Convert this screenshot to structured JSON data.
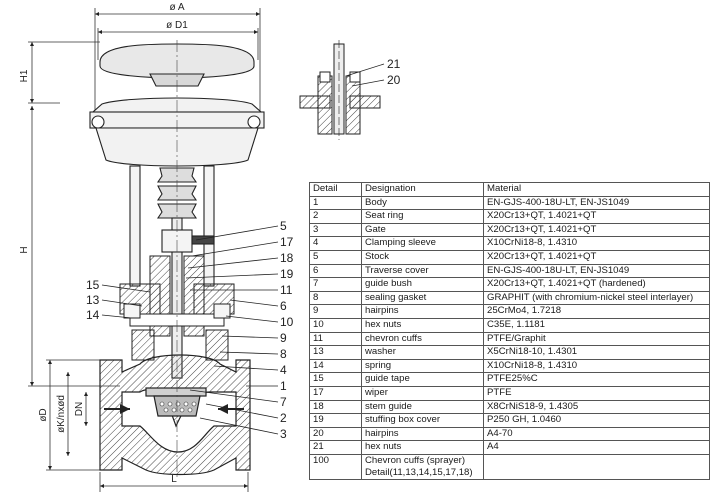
{
  "dimensions": {
    "overall_width": "ø A",
    "handwheel_dia": "ø D1",
    "height_top": "H1",
    "height_total": "H",
    "nominal": "DN",
    "flange_dia": "øD",
    "bolt_circle": "øK/nxød",
    "length": "L"
  },
  "callouts_right": [
    "5",
    "17",
    "18",
    "19",
    "11",
    "6",
    "10",
    "9",
    "8",
    "4",
    "1",
    "7",
    "2",
    "3"
  ],
  "callouts_left": [
    "15",
    "13",
    "14"
  ],
  "callouts_detail": [
    "21",
    "20"
  ],
  "table": {
    "headers": [
      "Detail",
      "Designation",
      "Material"
    ],
    "rows": [
      [
        "1",
        "Body",
        "EN-GJS-400-18U-LT, EN-JS1049"
      ],
      [
        "2",
        "Seat ring",
        "X20Cr13+QT, 1.4021+QT"
      ],
      [
        "3",
        "Gate",
        "X20Cr13+QT, 1.4021+QT"
      ],
      [
        "4",
        "Clamping sleeve",
        "X10CrNi18-8, 1.4310"
      ],
      [
        "5",
        "Stock",
        "X20Cr13+QT, 1.4021+QT"
      ],
      [
        "6",
        "Traverse cover",
        "EN-GJS-400-18U-LT, EN-JS1049"
      ],
      [
        "7",
        "guide bush",
        "X20Cr13+QT, 1.4021+QT (hardened)"
      ],
      [
        "8",
        "sealing gasket",
        "GRAPHIT (with chromium-nickel steel interlayer)"
      ],
      [
        "9",
        "hairpins",
        "25CrMo4, 1.7218"
      ],
      [
        "10",
        "hex nuts",
        "C35E, 1.1181"
      ],
      [
        "11",
        "chevron cuffs",
        "PTFE/Graphit"
      ],
      [
        "13",
        "washer",
        "X5CrNi18-10, 1.4301"
      ],
      [
        "14",
        "spring",
        "X10CrNi18-8, 1.4310"
      ],
      [
        "15",
        "guide tape",
        "PTFE25%C"
      ],
      [
        "17",
        "wiper",
        "PTFE"
      ],
      [
        "18",
        "stem guide",
        "X8CrNiS18-9, 1.4305"
      ],
      [
        "19",
        "stuffing box cover",
        "P250 GH, 1.0460"
      ],
      [
        "20",
        "hairpins",
        "A4-70"
      ],
      [
        "21",
        "hex nuts",
        "A4"
      ],
      [
        "100",
        "Chevron cuffs (sprayer) Detail(11,13,14,15,17,18)",
        ""
      ]
    ]
  }
}
